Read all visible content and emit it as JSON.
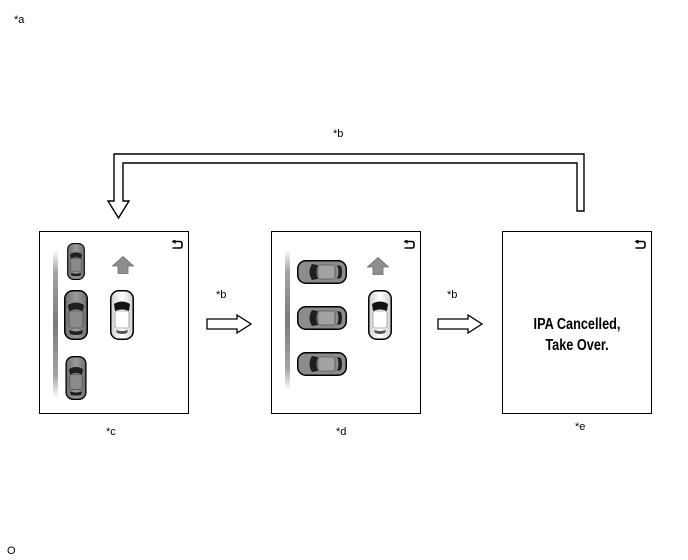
{
  "labels": {
    "top_left": "*a",
    "loop": "*b",
    "arrow_1": "*b",
    "arrow_2": "*b",
    "panel_1": "*c",
    "panel_2": "*d",
    "panel_3": "*e",
    "footer": "O"
  },
  "panel_3": {
    "line_1": "IPA Cancelled,",
    "line_2": "Take Over."
  },
  "icons": {
    "corner": "return-icon",
    "direction": "up-arrow-icon",
    "flow": "right-arrow-icon"
  }
}
